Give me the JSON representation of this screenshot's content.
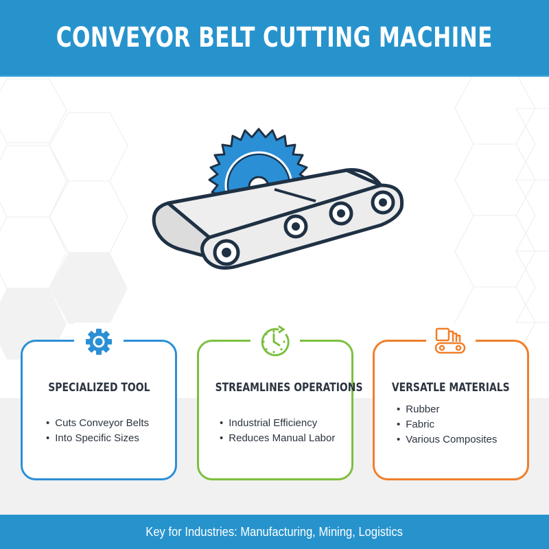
{
  "header": {
    "title": "CONVEYOR BELT CUTTING MACHINE"
  },
  "hero": {
    "icon": "conveyor-saw-icon",
    "colors": {
      "blade": "#2b8fd6",
      "outline": "#1f3144",
      "belt": "#e6e6e6"
    }
  },
  "cards": [
    {
      "icon": "gear-icon",
      "color": "#2b8fd6",
      "title": "SPECIALIZED TOOL",
      "items": [
        "Cuts Conveyor Belts",
        "Into Specific Sizes"
      ]
    },
    {
      "icon": "clock-refresh-icon",
      "color": "#7cbf3e",
      "title": "STREAMLINES OPERATIONS",
      "items": [
        "Industrial Efficiency",
        "Reduces Manual Labor"
      ]
    },
    {
      "icon": "material-rolls-conveyor-icon",
      "color": "#f07f2a",
      "title": "VERSATLE MATERIALS",
      "items": [
        "Rubber",
        "Fabric",
        "Various Composites"
      ]
    }
  ],
  "footer": {
    "text": "Key for Industries: Manufacturing, Mining, Logistics"
  },
  "theme": {
    "primary": "#2793cd",
    "text_dark": "#2c3440",
    "band_bg": "#f1f1f1"
  }
}
